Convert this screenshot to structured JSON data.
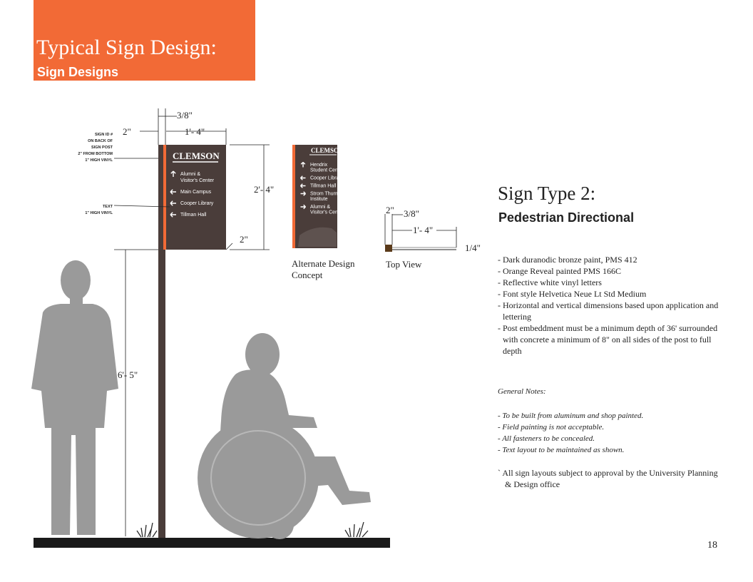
{
  "header": {
    "title": "Typical Sign Design:",
    "subtitle": "Sign Designs",
    "color": "#f26a36"
  },
  "drawing": {
    "dimensions": {
      "post_width": "3/8\"",
      "post_gap": "2\"",
      "panel_width": "1'- 4\"",
      "panel_height": "2'- 4\"",
      "panel_depth": "2\"",
      "post_height": "6'- 5\""
    },
    "notes": {
      "sign_id": [
        "SIGN ID #",
        "ON BACK OF",
        "SIGN POST",
        "2\" FROM BOTTOM",
        "1\" HIGH VINYL"
      ],
      "text": [
        "TEXT",
        "1\" HIGH VINYL"
      ]
    },
    "main_sign": {
      "logo": "CLEMSON",
      "items": [
        {
          "arrow": "up",
          "lines": [
            "Alumni &",
            "Visitor's Center"
          ]
        },
        {
          "arrow": "left",
          "lines": [
            "Main Campus"
          ]
        },
        {
          "arrow": "left",
          "lines": [
            "Cooper Library"
          ]
        },
        {
          "arrow": "left",
          "lines": [
            "Tillman Hall"
          ]
        }
      ],
      "panel_color": "#4a3d3a",
      "reveal_color": "#f26a36"
    },
    "alternate_sign": {
      "logo": "CLEMSON",
      "items": [
        {
          "arrow": "up",
          "lines": [
            "Hendrix",
            "Student Center"
          ]
        },
        {
          "arrow": "left",
          "lines": [
            "Cooper Library"
          ]
        },
        {
          "arrow": "left",
          "lines": [
            "Tillman Hall"
          ]
        },
        {
          "arrow": "right",
          "lines": [
            "Strom Thurmond",
            "Institute"
          ]
        },
        {
          "arrow": "right",
          "lines": [
            "Alumni &",
            "Visitor's Center"
          ]
        }
      ],
      "caption": [
        "Alternate Design",
        "Concept"
      ]
    },
    "top_view": {
      "gap": "2\"",
      "post": "3/8\"",
      "width": "1'- 4\"",
      "thickness": "1/4\"",
      "caption": "Top View"
    },
    "figure_color": "#9a9a9a"
  },
  "sign_type": {
    "title": "Sign Type 2:",
    "subtitle": "Pedestrian Directional",
    "specs": [
      "- Dark duranodic bronze paint, PMS 412",
      "- Orange Reveal painted PMS 166C",
      "- Reflective white vinyl letters",
      "- Font style Helvetica Neue Lt Std Medium",
      "- Horizontal and vertical dimensions based upon application and lettering",
      "- Post embeddment must be a minimum depth of 36' surrounded with concrete a minimum of 8\" on all sides of the post to full depth"
    ]
  },
  "general_notes": {
    "title": "General Notes:",
    "items": [
      "- To be built from aluminum and shop painted.",
      "- Field painting is not acceptable.",
      "- All fasteners to be concealed.",
      "- Text layout to be maintained as shown."
    ],
    "approval": "` All sign layouts subject to approval by the University Planning & Design office"
  },
  "page_number": "18"
}
